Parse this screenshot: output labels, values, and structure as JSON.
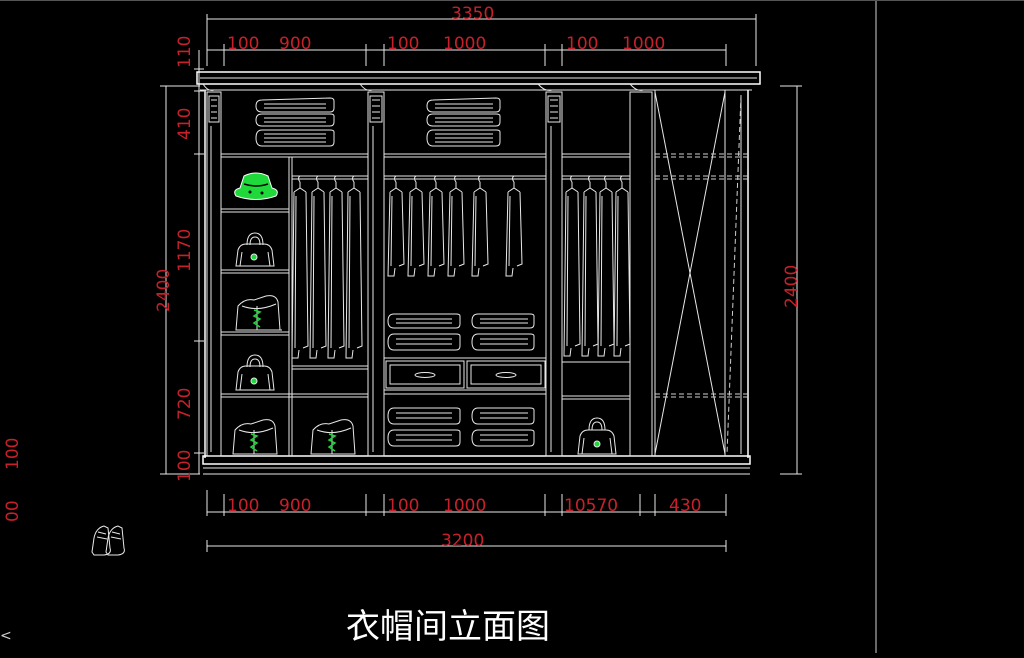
{
  "drawing": {
    "title": "衣帽间立面图",
    "colors": {
      "background": "#000000",
      "linework": "#e8e8e8",
      "dimension": "#c8202a",
      "accent": "#1fd83a"
    },
    "dims_top": {
      "overall": "3350",
      "segments": [
        "100",
        "900",
        "100",
        "1000",
        "100",
        "1000"
      ]
    },
    "dims_bottom": {
      "overall": "3200",
      "segments": [
        "100",
        "900",
        "100",
        "1000",
        "10570",
        "430"
      ]
    },
    "dims_left": {
      "overall": "2400",
      "segments": [
        "110",
        "410",
        "1170",
        "720",
        "100"
      ]
    },
    "dims_right": {
      "overall": "2400"
    },
    "dims_far_left": {
      "labels": [
        "100",
        "00"
      ]
    },
    "stray_mark": "<",
    "icons": [
      "hat-icon",
      "handbag-icon",
      "folded-bag-icon",
      "shoes-icon",
      "folded-clothes-icon",
      "hanging-shirt-icon"
    ]
  }
}
